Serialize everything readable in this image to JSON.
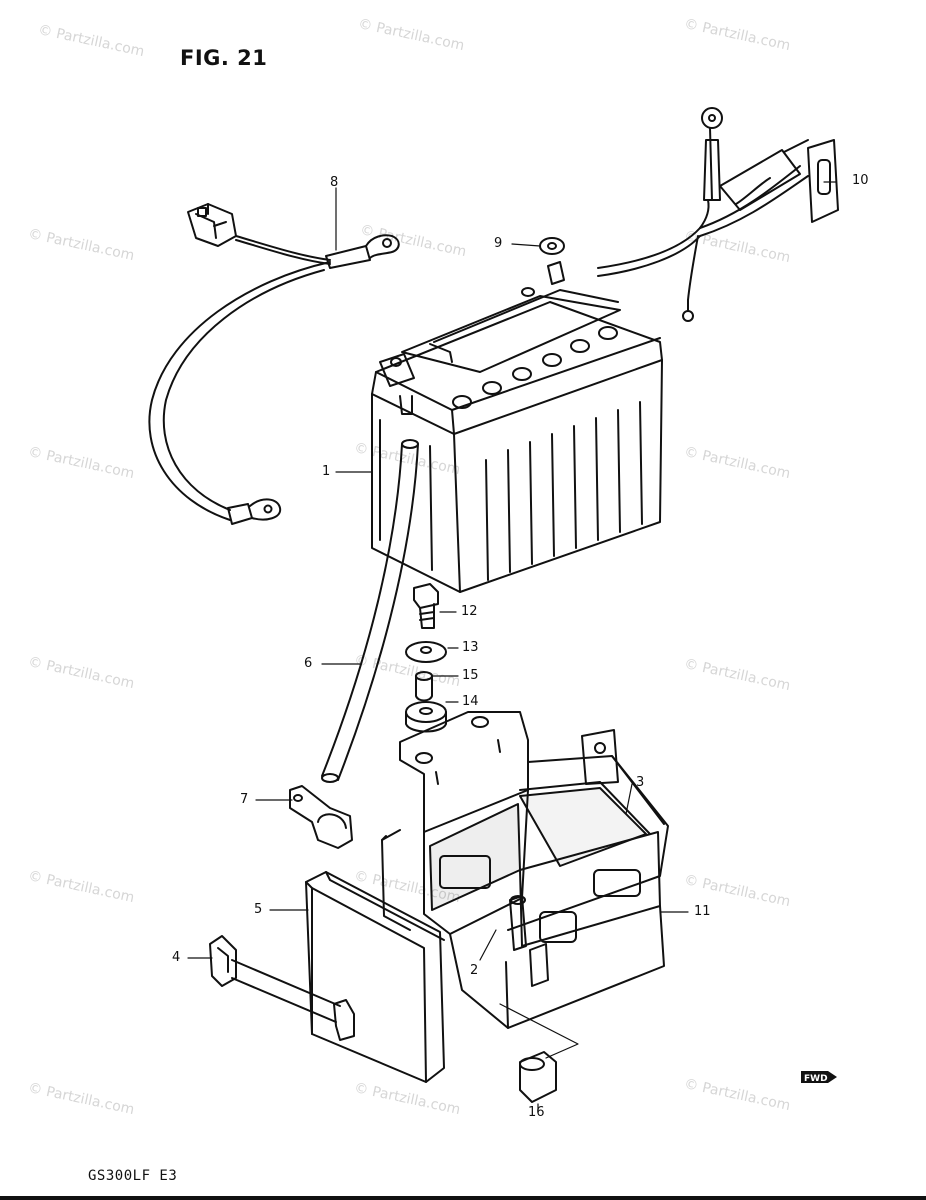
{
  "figure": {
    "title": "FIG. 21",
    "model_code": "GS300LF  E3"
  },
  "watermark": {
    "text": "© Partzilla.com"
  },
  "fwd_badge": {
    "text": "FWD"
  },
  "callouts": [
    {
      "id": "1",
      "label": "1"
    },
    {
      "id": "2",
      "label": "2"
    },
    {
      "id": "3",
      "label": "3"
    },
    {
      "id": "4",
      "label": "4"
    },
    {
      "id": "5",
      "label": "5"
    },
    {
      "id": "6",
      "label": "6"
    },
    {
      "id": "7",
      "label": "7"
    },
    {
      "id": "8",
      "label": "8"
    },
    {
      "id": "9",
      "label": "9"
    },
    {
      "id": "10",
      "label": "10"
    },
    {
      "id": "11",
      "label": "11"
    },
    {
      "id": "12",
      "label": "12"
    },
    {
      "id": "13",
      "label": "13"
    },
    {
      "id": "14",
      "label": "14"
    },
    {
      "id": "15",
      "label": "15"
    },
    {
      "id": "16",
      "label": "16"
    }
  ]
}
